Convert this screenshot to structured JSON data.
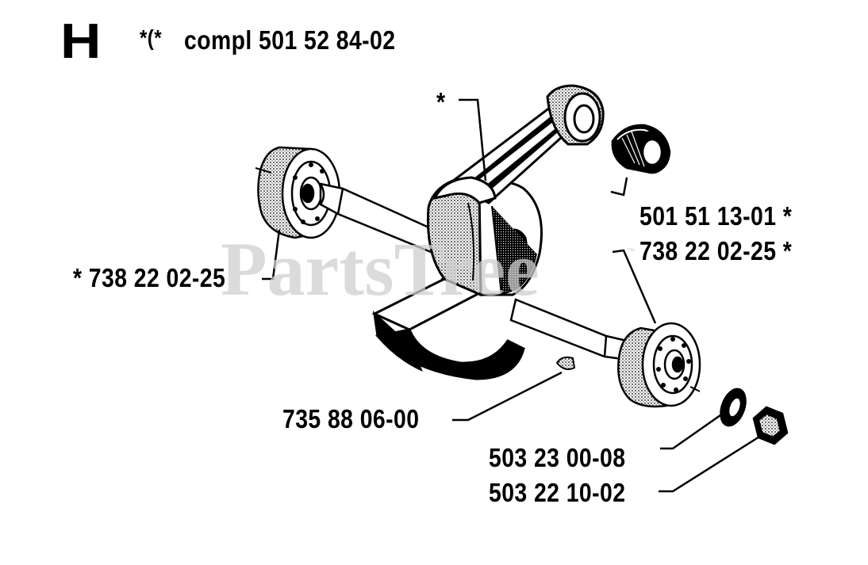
{
  "header": {
    "section_letter": "H",
    "kit_prefix": "*(*",
    "kit_label": "compl 501 52 84-02"
  },
  "watermark": {
    "text": "PartsTree",
    "tm": "™"
  },
  "callouts": {
    "conrod_star": "*",
    "needle_bearing": "501 51 13-01  *",
    "bearing_right": "738 22 02-25  *",
    "bearing_left": "*  738 22 02-25",
    "key": "735 88 06-00",
    "washer": "503 23 00-08",
    "nut": "503 22 10-02"
  },
  "colors": {
    "ink": "#000000",
    "paper": "#ffffff",
    "watermark": "#cfcfcf"
  }
}
